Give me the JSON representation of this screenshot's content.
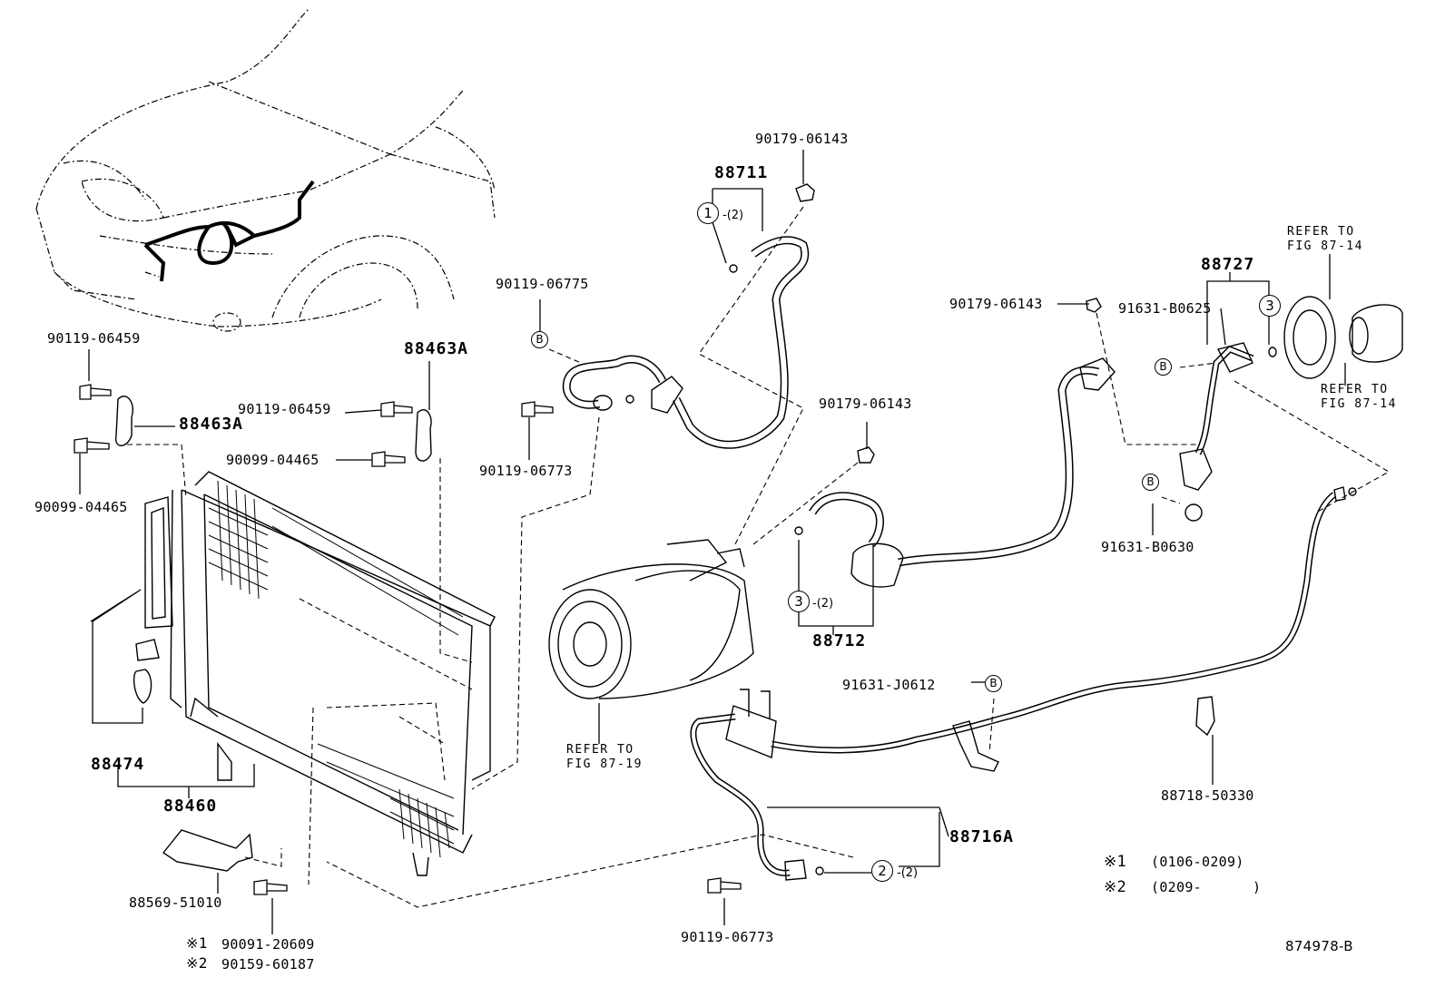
{
  "diagram_id": "874978-B",
  "parts": {
    "p_90179_top": "90179-06143",
    "p_88711": "88711",
    "p_90119_06775": "90119-06775",
    "p_90119_06773_a": "90119-06773",
    "p_90119_06459_a": "90119-06459",
    "p_88463a_a": "88463A",
    "p_88463a_b": "88463A",
    "p_90119_06459_b": "90119-06459",
    "p_90099_04465_a": "90099-04465",
    "p_90099_04465_b": "90099-04465",
    "p_88474": "88474",
    "p_88460": "88460",
    "p_88569": "88569-51010",
    "p_90091": "90091-20609",
    "p_90159": "90159-60187",
    "p_90179_mid": "90179-06143",
    "p_88712": "88712",
    "p_90179_right": "90179-06143",
    "p_88727": "88727",
    "p_91631_b0625": "91631-B0625",
    "p_91631_b0630": "91631-B0630",
    "p_91631_j0612": "91631-J0612",
    "p_88716a": "88716A",
    "p_88718": "88718-50330",
    "p_90119_06773_b": "90119-06773"
  },
  "refs": {
    "refer_to": "REFER TO",
    "fig_87_14": "FIG 87-14",
    "fig_87_19": "FIG 87-19"
  },
  "markers": {
    "one": "1",
    "two": "2",
    "three": "3",
    "b": "B",
    "qty2": "-(2)",
    "star1": "※1",
    "star2": "※2"
  },
  "legend": {
    "star1_mark": "※1",
    "star1_range": "(0106-0209)",
    "star2_mark": "※2",
    "star2_range": "(0209-      )"
  }
}
